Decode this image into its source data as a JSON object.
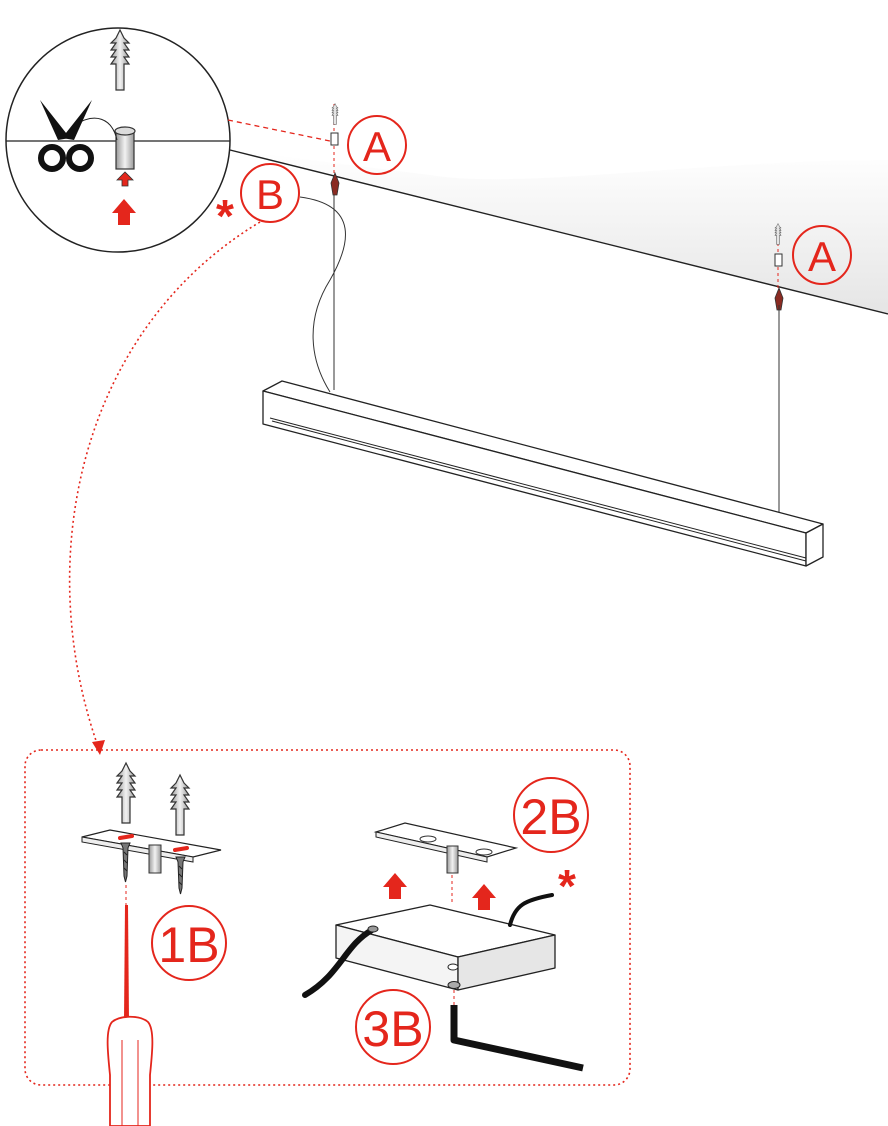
{
  "labels": {
    "anchor_left": "A",
    "anchor_right": "A",
    "feed": "B",
    "step1": "1B",
    "step2": "2B",
    "step3": "3B"
  },
  "marks": {
    "asterisk": "*"
  },
  "colors": {
    "accent": "#e4261c",
    "line": "#222222",
    "ceiling_shade": "#e6e6e6"
  },
  "icons": [
    "scissors-icon",
    "wall-plug-icon",
    "screw-icon",
    "screwdriver-icon",
    "allen-key-icon",
    "up-arrow-icon"
  ]
}
